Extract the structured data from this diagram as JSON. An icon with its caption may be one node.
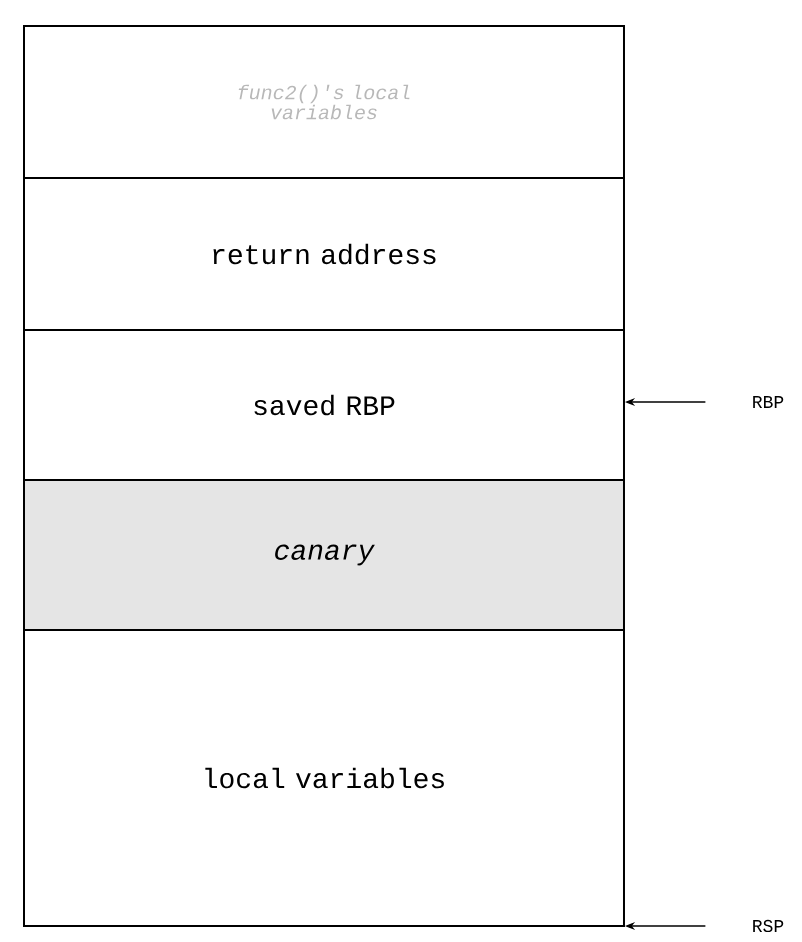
{
  "diagram": {
    "nodes": [
      {
        "text": [
          "func2()'s local variables"
        ]
      },
      {
        "text": [
          "return address"
        ]
      },
      {
        "text": [
          "saved RBP"
        ]
      },
      {
        "text": [
          "canary"
        ]
      },
      {
        "text": [
          "local variables"
        ]
      },
      {
        "text": [
          "RBP"
        ]
      },
      {
        "text": [
          "RSP"
        ]
      }
    ],
    "edges": [
      {
        "from": 5,
        "to": 2,
        "arrow": "to"
      },
      {
        "from": 6,
        "to": 4,
        "arrow": "to"
      }
    ]
  }
}
